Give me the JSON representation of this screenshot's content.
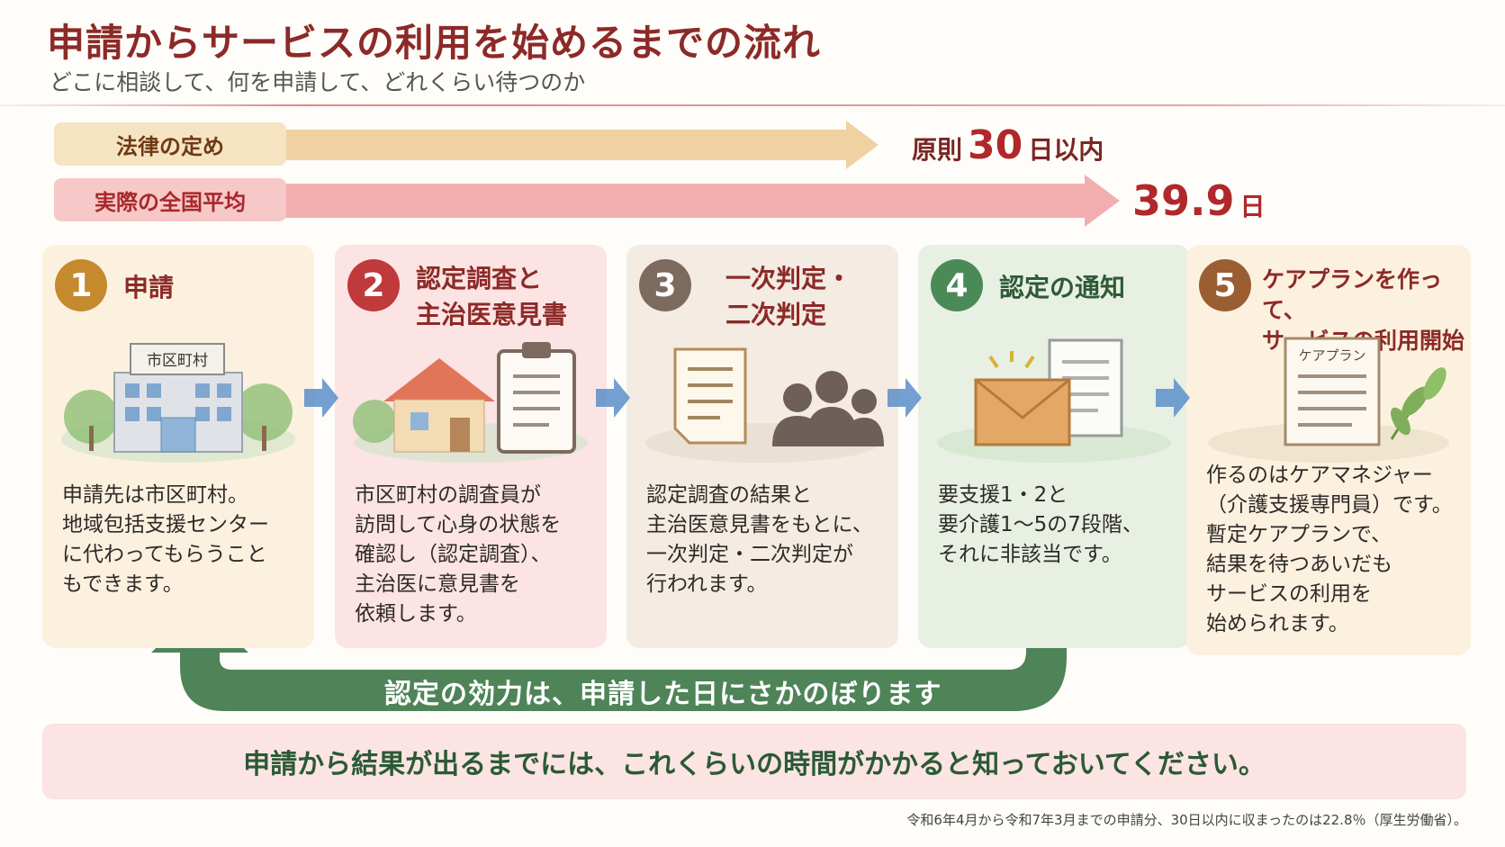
{
  "header": {
    "title": "申請からサービスの利用を始めるまでの流れ",
    "subtitle": "どこに相談して、何を申請して、どれくらい待つのか"
  },
  "timeline": {
    "legal": {
      "label": "法律の定め",
      "prefix": "原則",
      "value": "30",
      "suffix": "日以内"
    },
    "actual": {
      "label": "実際の全国平均",
      "value": "39.9",
      "suffix": "日"
    }
  },
  "steps": [
    {
      "number": "1",
      "title": "申請",
      "sign": "市区町村",
      "desc": "申請先は市区町村。\n地域包括支援センター\nに代わってもらうこと\nもできます。",
      "color": "#c58a2e",
      "title_color": "#8c2a28"
    },
    {
      "number": "2",
      "title": "認定調査と\n主治医意見書",
      "desc": "市区町村の調査員が\n訪問して心身の状態を\n確認し（認定調査）、\n主治医に意見書を\n依頼します。",
      "color": "#c0393b",
      "title_color": "#8c2a28"
    },
    {
      "number": "3",
      "title": "一次判定・\n二次判定",
      "desc": "認定調査の結果と\n主治医意見書をもとに、\n一次判定・二次判定が\n行われます。",
      "color": "#7d6a5e",
      "title_color": "#8c2a28"
    },
    {
      "number": "4",
      "title": "認定の通知",
      "desc": "要支援1・2と\n要介護1〜5の7段階、\nそれに非該当です。",
      "color": "#4a8a56",
      "title_color": "#2e5a36"
    },
    {
      "number": "5",
      "title": "ケアプランを作って、\nサービスの利用開始",
      "sign": "ケアプラン",
      "desc": "作るのはケアマネジャー\n（介護支援専門員）です。\n暫定ケアプランで、\n結果を待つあいだも\nサービスの利用を\n始められます。",
      "color": "#9a5e32",
      "title_color": "#8c2a28"
    }
  ],
  "loop_text": "認定の効力は、申請した日にさかのぼります",
  "notice": "申請から結果が出るまでには、これくらいの時間がかかると知っておいてください。",
  "source": "令和6年4月から令和7年3月までの申請分、30日以内に収まったのは22.8％（厚生労働省）。",
  "colors": {
    "title": "#8c2a28",
    "legal_bar": "#ecc993",
    "actual_bar": "#ef9a9c",
    "loop_arrow": "#3f7a4a",
    "flow_arrow": "#5b8fc9"
  }
}
